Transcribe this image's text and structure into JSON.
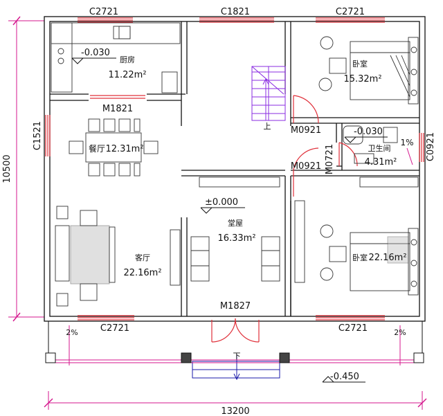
{
  "colors": {
    "wall": "#111111",
    "window": "#e0303a",
    "door": "#e0303a",
    "dimension": "#d4148c",
    "text": "#111111",
    "furniture": "#333333",
    "stairs": "#8a2be2",
    "step": "#1a1aa8"
  },
  "windows": {
    "top_left": "C2721",
    "top_mid": "C1821",
    "top_right": "C2721",
    "left": "C1521",
    "bath": "C0921",
    "bottom_left": "C2721",
    "bottom_right": "C2721"
  },
  "doors": {
    "dining": "M1821",
    "bed_upper": "M0921",
    "bed_lower": "M0921",
    "bath": "M0721",
    "main": "M1827"
  },
  "rooms": {
    "kitchen": {
      "name": "厨房",
      "area": "11.22m²"
    },
    "dining": {
      "name": "餐厅",
      "area": "12.31m²"
    },
    "bedroom_upper": {
      "name": "卧室",
      "area": "15.32m²"
    },
    "bathroom": {
      "name": "卫生间",
      "area": "4.31m²"
    },
    "hall": {
      "name": "堂屋",
      "area": "16.33m²"
    },
    "living": {
      "name": "客厅",
      "area": "22.16m²"
    },
    "bedroom_lower": {
      "name": "卧室",
      "area": "22.16m²"
    }
  },
  "elevations": {
    "kitchen": "-0.030",
    "bath": "-0.030",
    "hall": "±0.000",
    "outdoor": "-0.450"
  },
  "slopes": {
    "bath": "1%",
    "left_apron": "2%",
    "right_apron": "2%"
  },
  "stairs": {
    "up": "上",
    "down": "下"
  },
  "dimensions": {
    "height": "10500",
    "width": "13200"
  }
}
